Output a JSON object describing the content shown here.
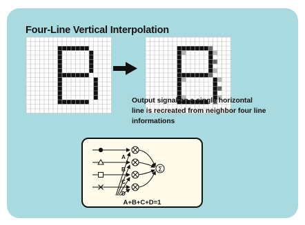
{
  "title": "Four-Line Vertical Interpolation",
  "caption": {
    "lines": [
      "Output signal on a single horizontal",
      "line is recreated from neighbor four line",
      "informations"
    ]
  },
  "diagram": {
    "input_labels": [
      "A",
      "B",
      "C",
      "D"
    ],
    "input_symbols": [
      "filled-circle",
      "triangle",
      "square",
      "cross"
    ],
    "multiplier_symbol": "⊗",
    "sum_symbol": "Σ",
    "equation": "A+B+C+D=1"
  },
  "colors": {
    "panel": "#a9dadf",
    "box_fill": "#fffbea",
    "grid_line": "#bdbdbd",
    "pixel_on": "#111111",
    "pixel_mid": "#666666",
    "pixel_light": "#b5b5b5"
  }
}
